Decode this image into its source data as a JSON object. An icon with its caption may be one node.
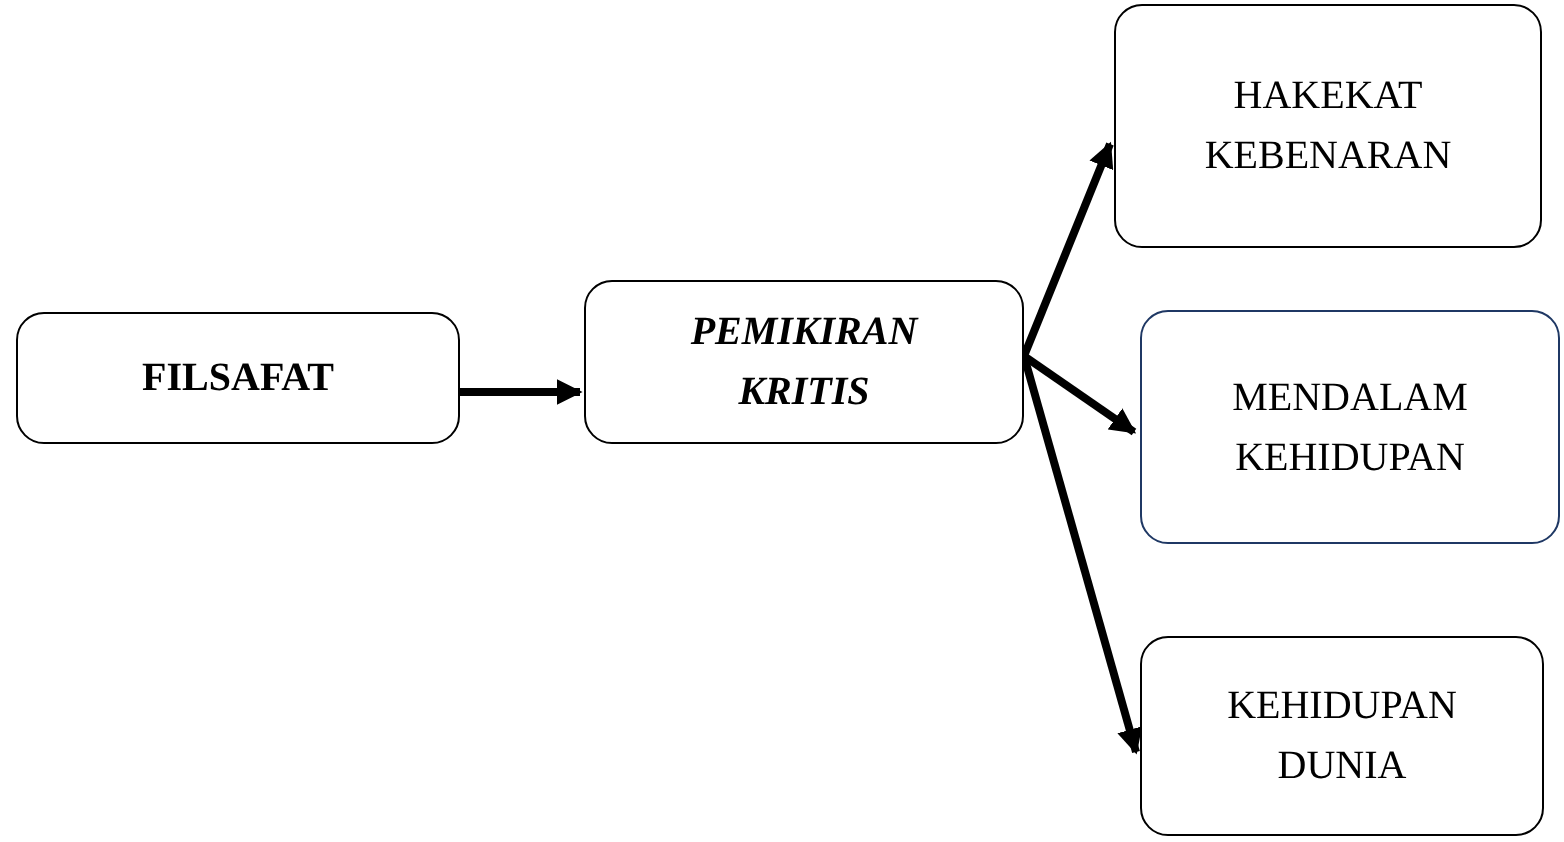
{
  "diagram": {
    "nodes": [
      {
        "text": [
          "FILSAFAT"
        ]
      },
      {
        "text": [
          "PEMIKIRAN KRITIS"
        ]
      },
      {
        "text": [
          "HAKEKAT KEBENARAN"
        ]
      },
      {
        "text": [
          "MENDALAM KEHIDUPAN"
        ]
      },
      {
        "text": [
          "KEHIDUPAN DUNIA"
        ]
      }
    ],
    "edges": [
      {
        "from": 0,
        "to": 1,
        "arrow": "to"
      },
      {
        "from": 1,
        "to": 2,
        "arrow": "to"
      },
      {
        "from": 1,
        "to": 3,
        "arrow": "to"
      },
      {
        "from": 1,
        "to": 4,
        "arrow": "to"
      }
    ]
  }
}
